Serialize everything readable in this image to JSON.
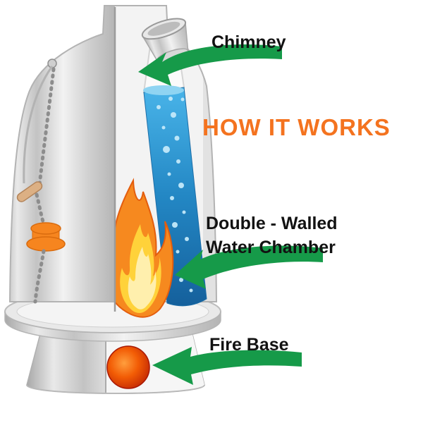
{
  "title": "HOW IT WORKS",
  "labels": {
    "chimney": "Chimney",
    "double_walled_line1": "Double - Walled",
    "double_walled_line2": "Water Chamber",
    "fire_base": "Fire Base"
  },
  "colors": {
    "title_orange": "#f4731f",
    "label_black": "#121212",
    "arrow_green": "#169a49",
    "water_blue": "#2f9fd8",
    "flame_orange": "#f6891f",
    "flame_yellow": "#ffd23a",
    "flame_core": "#ffefad",
    "fire_ball_red": "#d92c04",
    "stopper_orange": "#f6851f",
    "metal_silver": "#cfcfcf"
  }
}
